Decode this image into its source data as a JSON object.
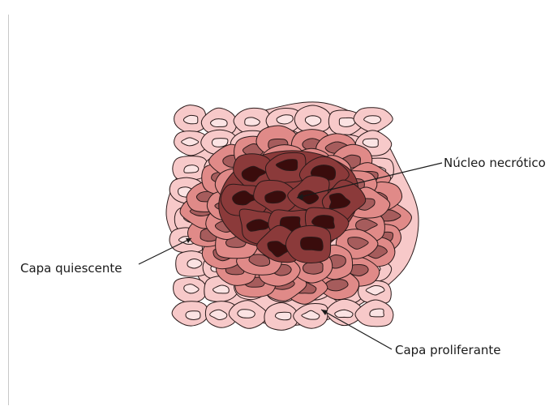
{
  "labels": {
    "necrotic_core": "Núcleo necrótico",
    "quiescent_layer": "Capa quiescente",
    "proliferating_layer": "Capa proliferante"
  },
  "colors": {
    "proliferating_cell": "#f7c9c9",
    "proliferating_nucleus": "#fbe3e3",
    "quiescent_cell": "#e08a88",
    "quiescent_nucleus": "#a65c5c",
    "necrotic_cell": "#8b3a3a",
    "necrotic_nucleus": "#3a0c0c",
    "outline": "#2a1a1a",
    "axis_line": "#c8c8c8"
  }
}
